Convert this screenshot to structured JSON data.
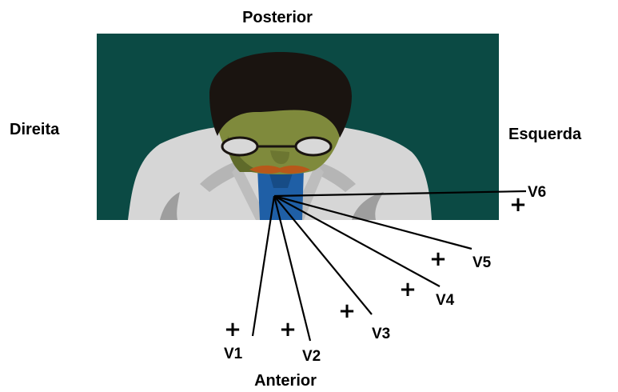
{
  "orientation": {
    "top": "Posterior",
    "bottom": "Anterior",
    "left": "Direita",
    "right": "Esquerda"
  },
  "leads": [
    {
      "label": "V1",
      "marker": "+"
    },
    {
      "label": "V2",
      "marker": "+"
    },
    {
      "label": "V3",
      "marker": "+"
    },
    {
      "label": "V4",
      "marker": "+"
    },
    {
      "label": "V5",
      "marker": "+"
    },
    {
      "label": "V6",
      "marker": "+"
    }
  ],
  "colors": {
    "background_panel": "#0b4a44",
    "coat": "#d6d6d6",
    "coat_shadow": "#9e9e9e",
    "hair": "#1a1410",
    "skin": "#7f8a3c",
    "tie": "#1f5fa6",
    "mustache": "#b8581a",
    "lines": "#000000"
  },
  "icons": [
    "doctor-figure-icon",
    "plus-icon"
  ]
}
